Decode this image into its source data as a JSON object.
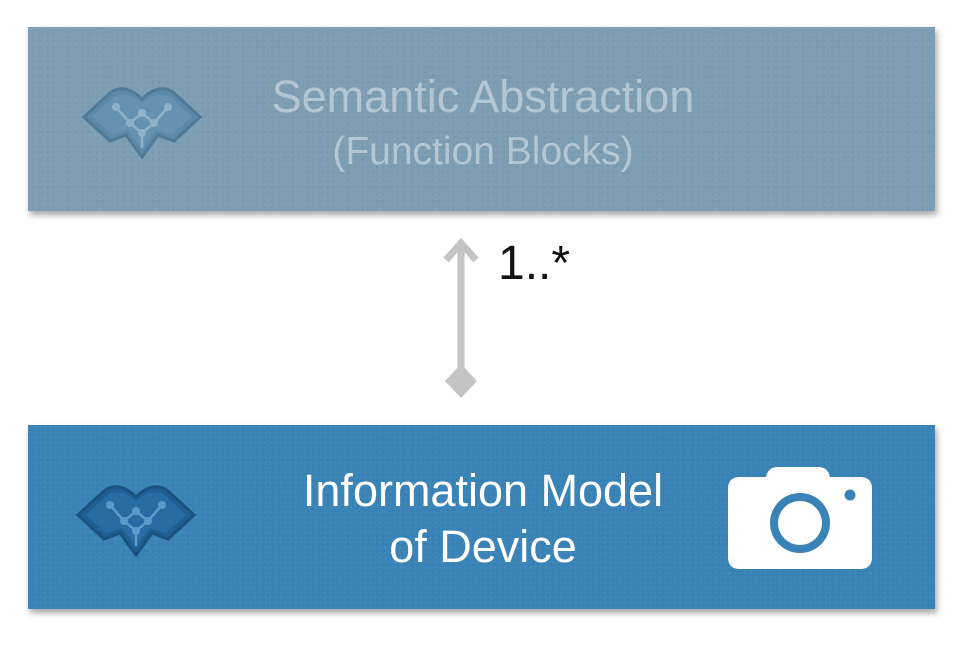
{
  "diagram": {
    "top_box": {
      "title": "Semantic Abstraction",
      "subtitle": "(Function Blocks)",
      "logo_icon": "vorto-logo-icon",
      "color": "#7d9db3"
    },
    "connector": {
      "multiplicity": "1..*",
      "arrow_icon": "arrow-up-icon",
      "aggregation_icon": "diamond-aggregation-icon",
      "color": "#c4c4c4"
    },
    "bottom_box": {
      "title": "Information Model",
      "subtitle": "of Device",
      "logo_icon": "vorto-logo-icon",
      "device_icon": "camera-icon",
      "color": "#3a83b7"
    }
  }
}
